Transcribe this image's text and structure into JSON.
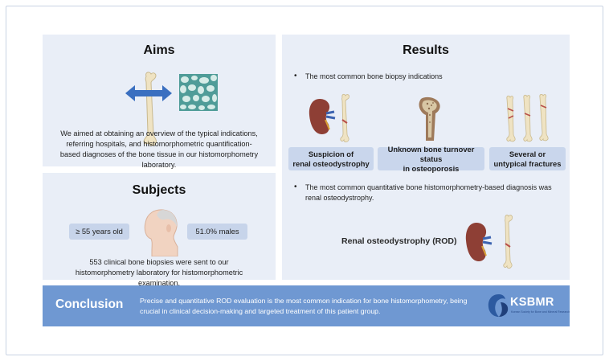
{
  "aims": {
    "title": "Aims",
    "text": "We aimed at obtaining an overview of the typical indications, referring hospitals, and histomorphometric quantification-based diagnoses of the bone tissue in our histomorphometry laboratory."
  },
  "subjects": {
    "title": "Subjects",
    "age_label": "≥ 55 years old",
    "males_label": "51.0% males",
    "text": "553 clinical bone biopsies were sent to our histomorphometry laboratory for histomorphometric examination."
  },
  "results": {
    "title": "Results",
    "bullet1": "The most common bone biopsy indications",
    "indications": [
      {
        "line1": "Suspicion of",
        "line2": "renal osteodystrophy"
      },
      {
        "line1": "Unknown bone turnover status",
        "line2": "in osteoporosis"
      },
      {
        "line1": "Several or",
        "line2": "untypical fractures"
      }
    ],
    "bullet2": "The most common quantitative bone histomorphometry-based diagnosis was renal osteodystrophy.",
    "diagnosis_label": "Renal osteodystrophy (ROD)"
  },
  "conclusion": {
    "title": "Conclusion",
    "text": "Precise and quantitative ROD evaluation is the most common indication for bone histomorphometry, being crucial in clinical decision-making and targeted treatment of this patient group."
  },
  "logo": {
    "name": "KSBMR",
    "subtitle": "Korean Society for Bone and Mineral Research"
  },
  "colors": {
    "panel": "#e9eef7",
    "pill": "#c9d6ec",
    "conclusion": "#6f98d2",
    "arrow": "#3a6fc0",
    "kidney": "#8e3f35",
    "bone": "#efe3c3"
  },
  "icons": [
    "femur-bone-icon",
    "double-arrow-icon",
    "trabecular-bone-icon",
    "head-profile-icon",
    "kidney-icon",
    "fractured-bone-icon",
    "osteoporotic-femur-icon",
    "ksbmr-logo"
  ]
}
